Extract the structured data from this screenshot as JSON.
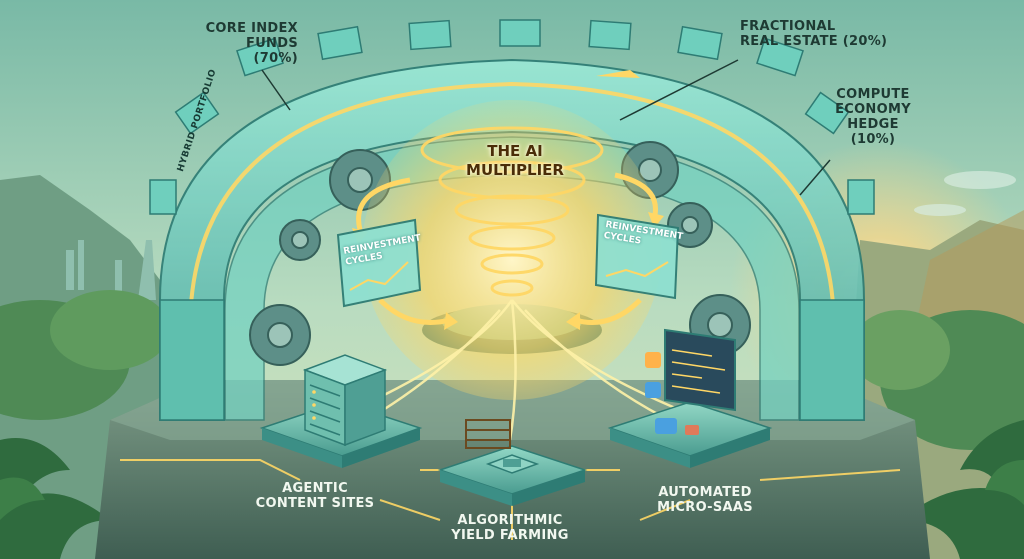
{
  "labels": {
    "core_index": {
      "line1": "CORE INDEX",
      "line2": "FUNDS (70%)"
    },
    "real_estate": {
      "line1": "FRACTIONAL",
      "line2": "REAL ESTATE (20%)"
    },
    "compute": {
      "line1": "COMPUTE",
      "line2": "ECONOMY",
      "line3": "HEDGE",
      "line4": "(10%)"
    },
    "hybrid": "HYBRID PORTFOLIO",
    "center": {
      "line1": "THE AI",
      "line2": "MULTIPLIER"
    },
    "reinvest_left": {
      "line1": "REINVESTMENT",
      "line2": "CYCLES"
    },
    "reinvest_right": {
      "line1": "REINVESTMENT",
      "line2": "CYCLES"
    },
    "agentic": {
      "line1": "AGENTIC",
      "line2": "CONTENT SITES"
    },
    "algorithmic": {
      "line1": "ALGORITHMIC",
      "line2": "YIELD FARMING"
    },
    "automated": {
      "line1": "AUTOMATED",
      "line2": "MICRO-SAAS"
    }
  },
  "colors": {
    "sky": "#a7d3ba",
    "teal": "#7fd6c4",
    "teal_dark": "#3c8f86",
    "gold": "#ffd765",
    "glow": "#fff2a8",
    "stone": "#5f7d6f",
    "jungle": "#2f6b3e"
  },
  "icons": [
    "gear-icon",
    "server-icon",
    "chip-icon",
    "code-window-icon",
    "chart-icon",
    "sun-icon"
  ]
}
